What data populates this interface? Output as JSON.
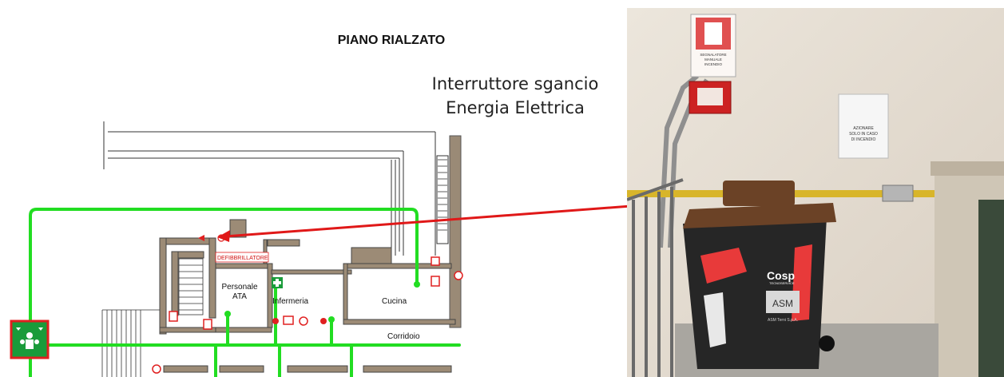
{
  "floor_title": "PIANO RIALZATO",
  "callout": {
    "line1": "Interruttore sgancio",
    "line2": "Energia Elettrica"
  },
  "rooms": {
    "defibrillator": "DEFIBBRILLATORE",
    "staff_line1": "Personale",
    "staff_line2": "ATA",
    "infirmary": "Infermeria",
    "kitchen": "Cucina",
    "corridor": "Corridoio"
  },
  "photo_signs": {
    "alarm_sign_line1": "SEGNALATORE",
    "alarm_sign_line2": "MANUALE",
    "alarm_sign_line3": "INCENDIO",
    "notice_line1": "AZIONARE",
    "notice_line2": "SOLO IN CASO",
    "notice_line3": "DI INCENDIO",
    "bin_brand": "Cosp",
    "bin_brand_sub1": "TECNO",
    "bin_brand_sub2": "SERVICE",
    "bin_logo": "ASM",
    "bin_logo_sub": "ASM Terni S.p.A."
  },
  "colors": {
    "escape_route": "#22dd22",
    "arrow": "#e01818",
    "wall": "#7a6a58",
    "assembly_bg": "#1a9b3a",
    "assembly_border": "#e02020"
  }
}
